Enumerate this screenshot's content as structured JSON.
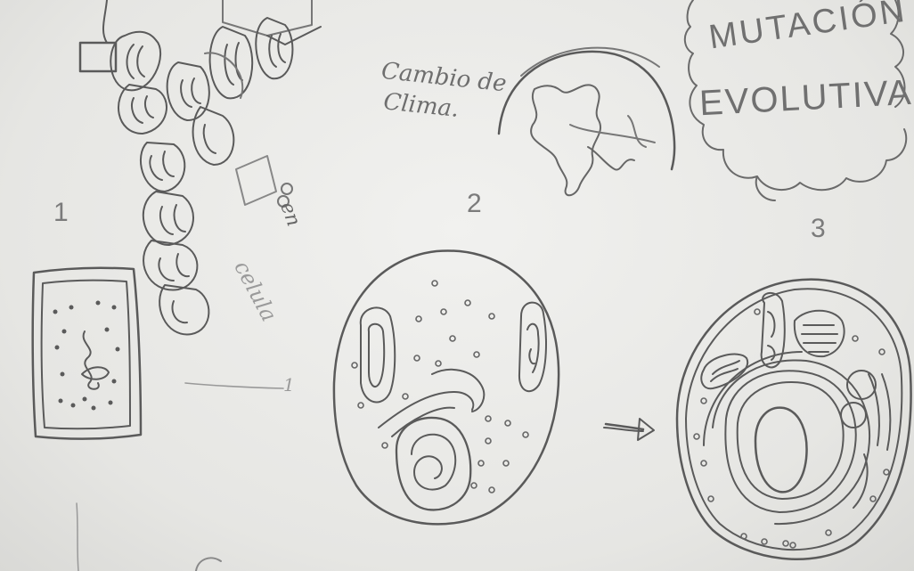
{
  "annotations": {
    "climate_change": [
      "Cambio de",
      "Clima."
    ],
    "mutation_bubble": [
      "MUTACIÓN",
      "EVOLUTIVA"
    ],
    "en_label": "en",
    "side_word": "celula",
    "bottom_mark": "1"
  },
  "stages": [
    {
      "number": "1"
    },
    {
      "number": "2"
    },
    {
      "number": "3"
    }
  ],
  "colors": {
    "paper": "#ececea",
    "pencil": "#5a5a5a",
    "light_pencil": "#9a9a9a"
  }
}
